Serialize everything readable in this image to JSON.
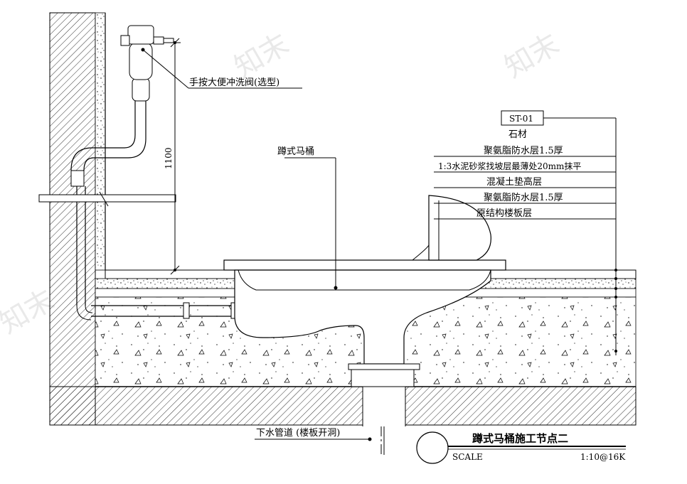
{
  "labels": {
    "flush_valve": "手按大便冲洗阀(选型)",
    "squat_toilet": "蹲式马桶",
    "drain_pipe": "下水管道 (楼板开洞)",
    "dimension": "1100"
  },
  "material_tag": "ST-01",
  "layers": [
    "石材",
    "聚氨脂防水层1.5厚",
    "1:3水泥砂浆找坡层最薄处20mm抹平",
    "混凝土垫高层",
    "聚氨脂防水层1.5厚",
    "原结构楼板层"
  ],
  "title_block": {
    "title": "蹲式马桶施工节点二",
    "scale_label": "SCALE",
    "scale_value": "1:10@16K"
  },
  "watermark": "知末"
}
